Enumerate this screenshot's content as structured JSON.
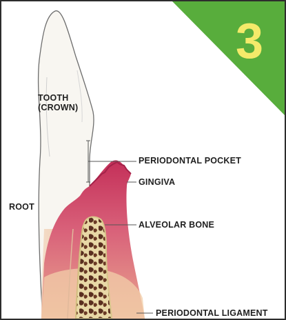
{
  "badge": {
    "number": "3",
    "color": "#58ad3c",
    "text_color": "#f4ea6a"
  },
  "labels": {
    "tooth_crown_line1": "TOOTH",
    "tooth_crown_line2": "(CROWN)",
    "root": "ROOT",
    "periodontal_pocket": "PERIODONTAL POCKET",
    "gingiva": "GINGIVA",
    "alveolar_bone": "ALVEOLAR BONE",
    "periodontal_ligament": "PERIODONTAL LIGAMENT"
  },
  "colors": {
    "gingiva": "#c9375f",
    "bone": "#5e3322",
    "tooth": "#f7f4ee",
    "root": "#f0cdb2"
  }
}
